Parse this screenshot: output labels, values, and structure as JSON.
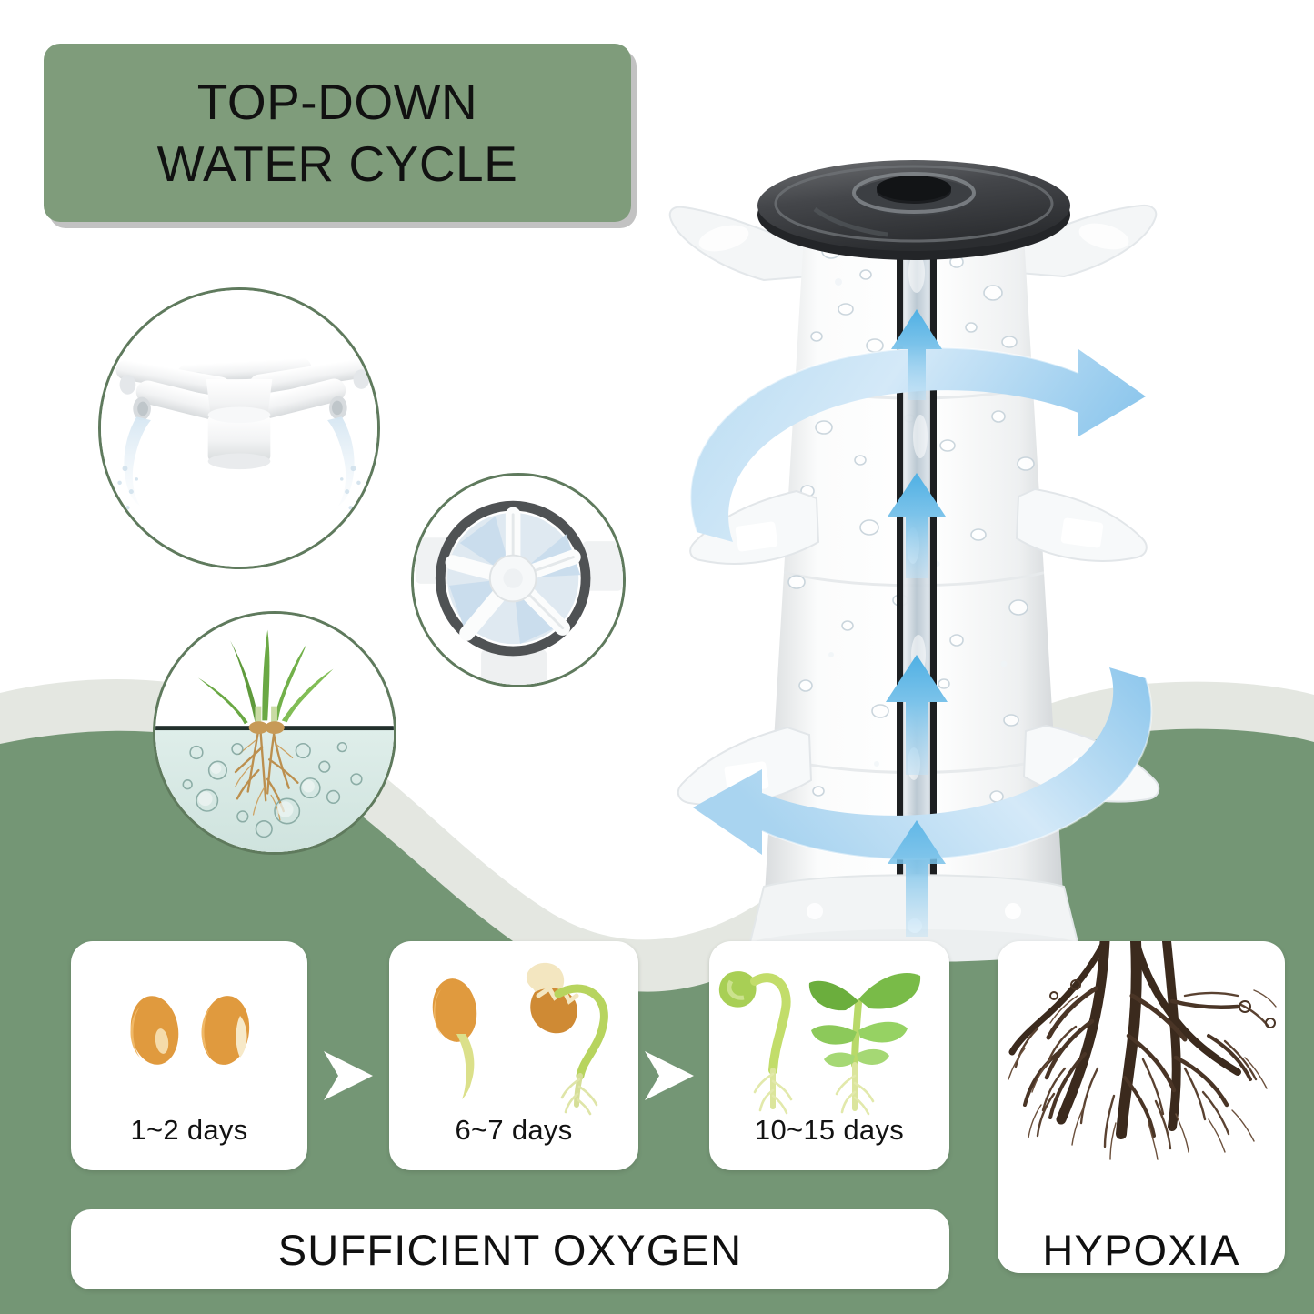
{
  "title": {
    "line1": "TOP-DOWN",
    "line2": "WATER CYCLE"
  },
  "colors": {
    "brand_green": "#7f9c7b",
    "wave_green": "#749675",
    "wave_shadow": "#e2e5df",
    "circle_border": "#5f7a5d",
    "arrow_blue_light": "#cfe6f7",
    "arrow_blue": "#5ab4ea",
    "card_white": "#ffffff",
    "text_black": "#111111",
    "lid_dark": "#3a3a3c"
  },
  "insets": [
    {
      "name": "water-distributor-detail",
      "caption": ""
    },
    {
      "name": "sprinkler-impeller-detail",
      "caption": ""
    },
    {
      "name": "roots-in-oxygenated-water-detail",
      "caption": ""
    }
  ],
  "product": {
    "name": "hydroponic-growing-tower",
    "lid": "dark-gray-top-lid",
    "flow_arrows": [
      {
        "name": "spiral-flow-arrow-upper",
        "direction": "clockwise"
      },
      {
        "name": "spiral-flow-arrow-lower",
        "direction": "clockwise"
      },
      {
        "name": "vertical-flow-arrow-top",
        "direction": "up"
      },
      {
        "name": "vertical-flow-arrow-middle",
        "direction": "up"
      },
      {
        "name": "vertical-flow-arrow-bottom",
        "direction": "up"
      }
    ]
  },
  "growth_stages": [
    {
      "name": "stage-seed",
      "caption": "1~2 days",
      "art": "two-bean-seeds"
    },
    {
      "name": "stage-sprout",
      "caption": "6~7 days",
      "art": "germinating-beans-with-radicle"
    },
    {
      "name": "stage-seedling",
      "caption": "10~15 days",
      "art": "green-seedlings-with-leaves"
    },
    {
      "name": "stage-hypoxia",
      "caption": "",
      "art": "dark-brown-dead-roots"
    }
  ],
  "step_arrows": [
    {
      "name": "step-arrow-1",
      "glyph": "triangle-right"
    },
    {
      "name": "step-arrow-2",
      "glyph": "triangle-right"
    }
  ],
  "legend": {
    "left_label": "SUFFICIENT OXYGEN",
    "right_label": "HYPOXIA"
  }
}
